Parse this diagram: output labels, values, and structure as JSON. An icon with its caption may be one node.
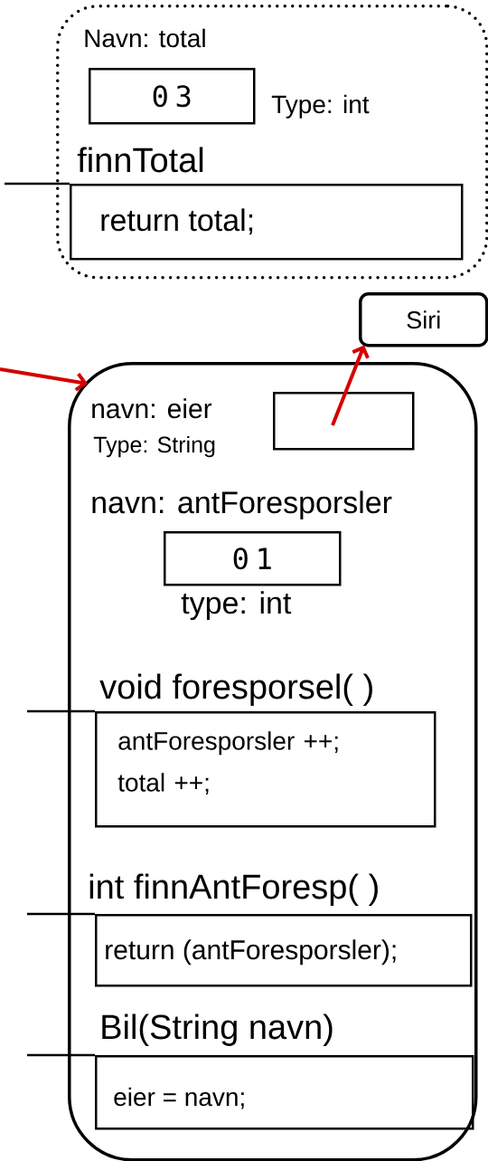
{
  "diagram": {
    "nodes": [
      {
        "text": [],
        "shape": "box"
      },
      {
        "text": [
          "Navn: total",
          "0",
          "3"
        ],
        "beside": [
          "Type: int"
        ],
        "in": 0
      },
      {
        "text": [
          "finnTotal",
          "return total;"
        ],
        "in": 0
      },
      {
        "text": [
          "Siri"
        ]
      },
      {
        "text": [],
        "shape": "box"
      },
      {
        "text": [],
        "shape": "box",
        "beside": [
          "navn: eier",
          "Type: String"
        ],
        "in": 4
      },
      {
        "text": [
          "navn: antForesporsler",
          "0",
          "1"
        ],
        "beside": [
          "type: int"
        ],
        "in": 4
      },
      {
        "text": [
          "void  foresporsel( )",
          "antForesporsler ++; total ++;"
        ],
        "in": 4
      },
      {
        "text": [
          "int finnAntForesp( )",
          "return (antForesporsler);"
        ],
        "in": 4
      },
      {
        "text": [
          "Bil(String navn)",
          "eier = navn;"
        ],
        "in": 4
      }
    ],
    "edges": [
      {
        "from": null,
        "to": 2,
        "arrow": "none"
      },
      {
        "from": null,
        "to": 4,
        "arrow": "to",
        "color": "#d40000"
      },
      {
        "from": 5,
        "to": 3,
        "arrow": "to",
        "color": "#d40000"
      },
      {
        "from": null,
        "to": 7,
        "arrow": "none"
      },
      {
        "from": null,
        "to": 8,
        "arrow": "none"
      },
      {
        "from": null,
        "to": 9,
        "arrow": "none"
      }
    ]
  }
}
